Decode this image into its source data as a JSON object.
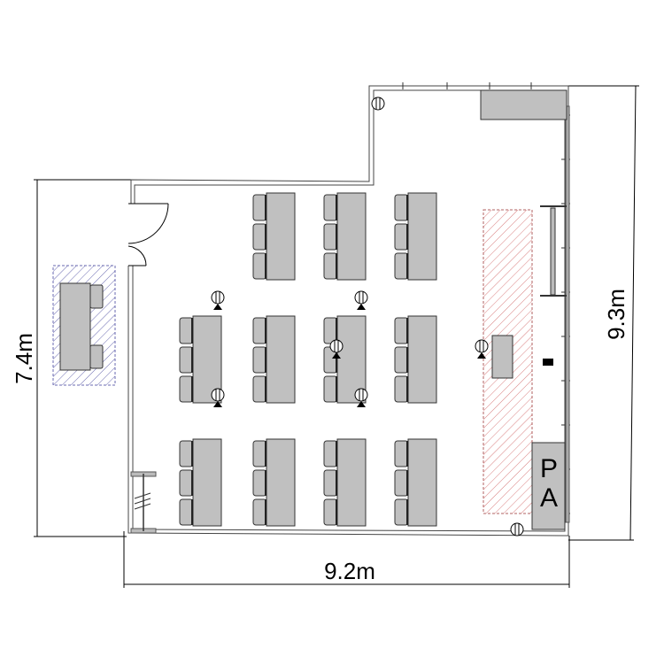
{
  "dimensions": {
    "left_width": "7.4m",
    "bottom_width": "9.2m",
    "right_height": "9.3m"
  },
  "pa_box": {
    "line1": "P",
    "line2": "A"
  },
  "colors": {
    "furniture": "#c0c0c0",
    "outline": "#333333",
    "stage_hatch": "#d98080",
    "outside_hatch": "#6a6ab0"
  },
  "layout_counts": {
    "table_rows": 3,
    "table_columns": 4,
    "chairs_per_table": 3
  }
}
